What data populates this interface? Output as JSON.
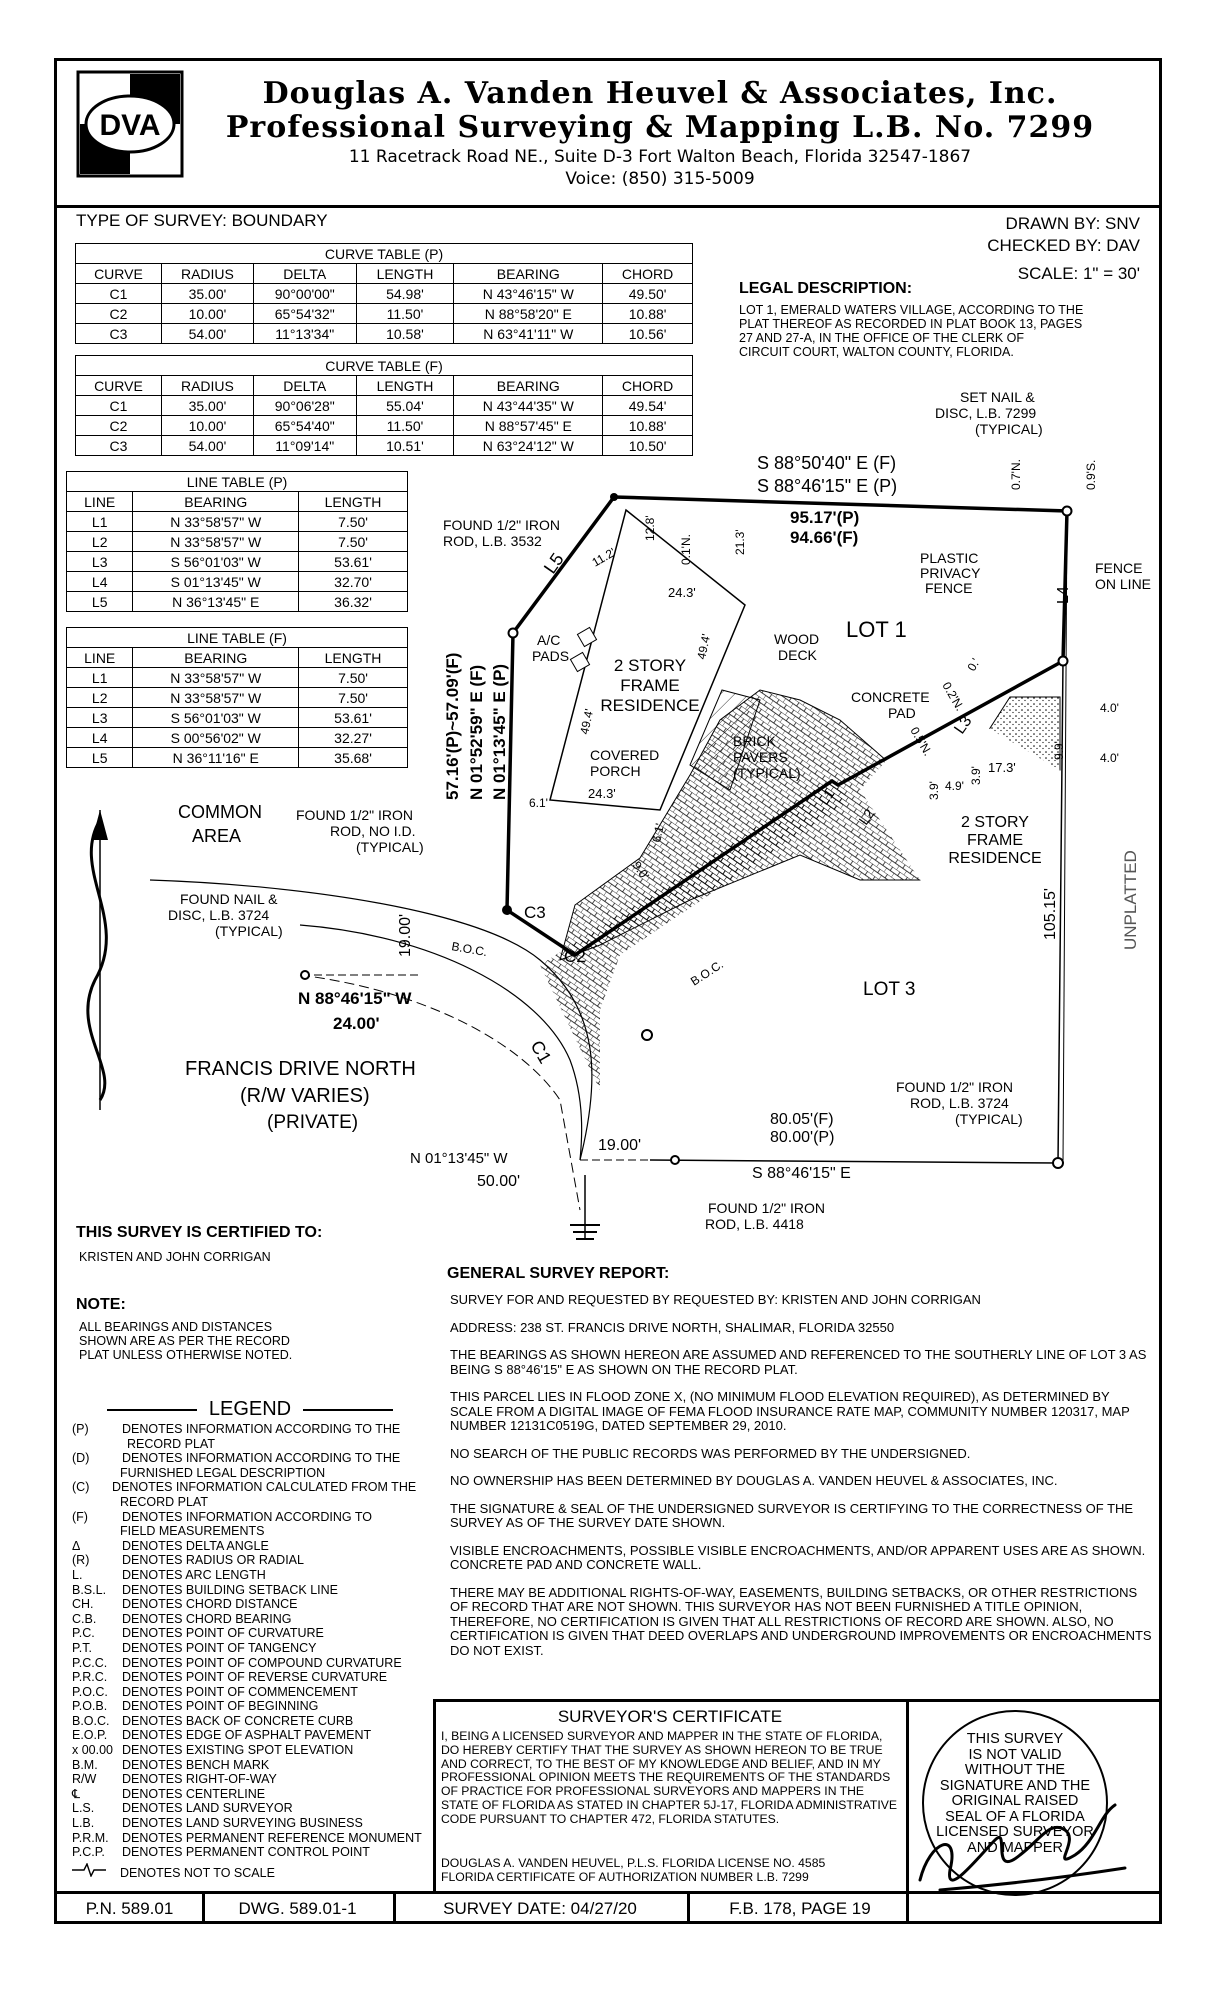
{
  "header": {
    "logo": "DVA",
    "company": "Douglas A. Vanden Heuvel & Associates, Inc.",
    "subtitle": "Professional Surveying & Mapping L.B. No. 7299",
    "address": "11 Racetrack Road NE., Suite D-3 Fort Walton Beach, Florida 32547-1867",
    "voice": "Voice: (850) 315-5009"
  },
  "survey_type": "TYPE OF SURVEY: BOUNDARY",
  "drawn_by": "DRAWN BY: SNV",
  "checked_by": "CHECKED BY: DAV",
  "scale": "SCALE: 1\" = 30'",
  "legal": {
    "title": "LEGAL DESCRIPTION:",
    "lines": [
      "LOT 1, EMERALD WATERS VILLAGE, ACCORDING TO THE",
      "PLAT THEREOF AS RECORDED IN PLAT BOOK 13, PAGES",
      "27 AND 27-A, IN THE OFFICE OF THE CLERK OF",
      "CIRCUIT COURT, WALTON COUNTY, FLORIDA."
    ]
  },
  "curve_tables": [
    {
      "title": "CURVE TABLE (P)",
      "headers": [
        "CURVE",
        "RADIUS",
        "DELTA",
        "LENGTH",
        "BEARING",
        "CHORD"
      ],
      "rows": [
        [
          "C1",
          "35.00'",
          "90°00'00\"",
          "54.98'",
          "N 43°46'15\" W",
          "49.50'"
        ],
        [
          "C2",
          "10.00'",
          "65°54'32\"",
          "11.50'",
          "N 88°58'20\" E",
          "10.88'"
        ],
        [
          "C3",
          "54.00'",
          "11°13'34\"",
          "10.58'",
          "N 63°41'11\" W",
          "10.56'"
        ]
      ]
    },
    {
      "title": "CURVE TABLE (F)",
      "headers": [
        "CURVE",
        "RADIUS",
        "DELTA",
        "LENGTH",
        "BEARING",
        "CHORD"
      ],
      "rows": [
        [
          "C1",
          "35.00'",
          "90°06'28\"",
          "55.04'",
          "N 43°44'35\" W",
          "49.54'"
        ],
        [
          "C2",
          "10.00'",
          "65°54'40\"",
          "11.50'",
          "N 88°57'45\" E",
          "10.88'"
        ],
        [
          "C3",
          "54.00'",
          "11°09'14\"",
          "10.51'",
          "N 63°24'12\" W",
          "10.50'"
        ]
      ]
    }
  ],
  "line_tables": [
    {
      "title": "LINE TABLE (P)",
      "headers": [
        "LINE",
        "BEARING",
        "LENGTH"
      ],
      "rows": [
        [
          "L1",
          "N 33°58'57\" W",
          "7.50'"
        ],
        [
          "L2",
          "N 33°58'57\" W",
          "7.50'"
        ],
        [
          "L3",
          "S 56°01'03\" W",
          "53.61'"
        ],
        [
          "L4",
          "S 01°13'45\" W",
          "32.70'"
        ],
        [
          "L5",
          "N 36°13'45\" E",
          "36.32'"
        ]
      ]
    },
    {
      "title": "LINE TABLE (F)",
      "headers": [
        "LINE",
        "BEARING",
        "LENGTH"
      ],
      "rows": [
        [
          "L1",
          "N 33°58'57\" W",
          "7.50'"
        ],
        [
          "L2",
          "N 33°58'57\" W",
          "7.50'"
        ],
        [
          "L3",
          "S 56°01'03\" W",
          "53.61'"
        ],
        [
          "L4",
          "S 00°56'02\" W",
          "32.27'"
        ],
        [
          "L5",
          "N 36°11'16\" E",
          "35.68'"
        ]
      ]
    }
  ],
  "map": {
    "top_bearing_f": "S 88°50'40\" E (F)",
    "top_bearing_p": "S 88°46'15\" E (P)",
    "top_dist_p": "95.17'(P)",
    "top_dist_f": "94.66'(F)",
    "west_dist": "57.16'(P)~57.09'(F)",
    "west_bearing_f": "N 01°52'59\" E (F)",
    "west_bearing_p": "N 01°13'45\" E (P)",
    "set_nail": [
      "SET NAIL &",
      "DISC, L.B. 7299",
      "(TYPICAL)"
    ],
    "found_iron_top": [
      "FOUND 1/2\" IRON",
      "ROD, L.B. 3532"
    ],
    "plastic_fence": [
      "PLASTIC",
      "PRIVACY",
      "FENCE"
    ],
    "fence_on_line": [
      "FENCE",
      "ON LINE"
    ],
    "ac_pads": [
      "A/C",
      "PADS"
    ],
    "house": [
      "2 STORY",
      "FRAME",
      "RESIDENCE"
    ],
    "wood_deck": [
      "WOOD",
      "DECK"
    ],
    "lot1": "LOT 1",
    "concrete_pad": [
      "CONCRETE",
      "PAD"
    ],
    "brick_pavers": [
      "BRICK",
      "PAVERS",
      "(TYPICAL)"
    ],
    "covered_porch": [
      "COVERED",
      "PORCH"
    ],
    "house2": [
      "2 STORY",
      "FRAME",
      "RESIDENCE"
    ],
    "common_area": [
      "COMMON",
      "AREA"
    ],
    "found_iron_noid": [
      "FOUND 1/2\" IRON",
      "ROD, NO I.D.",
      "(TYPICAL)"
    ],
    "found_nail": [
      "FOUND NAIL &",
      "DISC, L.B. 3724",
      "(TYPICAL)"
    ],
    "unplatted": "UNPLATTED",
    "lot3": "LOT 3",
    "east_dist": "105.15'",
    "road_bearing": "N 88°46'15\" W",
    "road_dist": "24.00'",
    "street": [
      "FRANCIS DRIVE NORTH",
      "(R/W VARIES)",
      "(PRIVATE)"
    ],
    "found_iron_3724": [
      "FOUND 1/2\" IRON",
      "ROD, L.B. 3724",
      "(TYPICAL)"
    ],
    "south_dist_f": "80.05'(F)",
    "south_dist_p": "80.00'(P)",
    "south_bearing": "S 88°46'15\" E",
    "rw_width": "19.00'",
    "rw_width2": "19.00'",
    "bottom_bearing": "N 01°13'45\" W",
    "bottom_dist": "50.00'",
    "found_iron_4418": [
      "FOUND 1/2\" IRON",
      "ROD, L.B. 4418"
    ],
    "labels": {
      "L1": "L1",
      "L2": "L2",
      "L3": "L3",
      "L4": "L4",
      "L5": "L5",
      "C1": "C1",
      "C2": "C2",
      "C3": "C3",
      "BOC": "B.O.C.",
      "d_12_8": "12.8'",
      "d_11_2": "11.2'",
      "d_21_3": "21.3'",
      "d_0_1n": "0.1'N.",
      "d_24_3": "24.3'",
      "d_49_4a": "49.4'",
      "d_49_4b": "49.4'",
      "d_24_3b": "24.3'",
      "d_6_1a": "6.1'",
      "d_6_1b": "6.1'",
      "d_9_0": "9.0'",
      "d_0_7n": "0.7'N.",
      "d_0_9s": "0.9'S.",
      "d_0_2n": "0.2'N.",
      "d_0": "0.'",
      "d_0_5n": "0.5'N.",
      "d_3_9a": "3.9'",
      "d_4_9": "4.9'",
      "d_3_9b": "3.9'",
      "d_17_3": "17.3'",
      "d_9_9": "9.9'",
      "d_4_0a": "4.0'",
      "d_4_0b": "4.0'"
    }
  },
  "certified": {
    "title": "THIS SURVEY IS CERTIFIED TO:",
    "names": "KRISTEN AND JOHN CORRIGAN"
  },
  "note": {
    "title": "NOTE:",
    "lines": [
      "ALL BEARINGS AND DISTANCES",
      "SHOWN ARE AS PER THE RECORD",
      "PLAT UNLESS OTHERWISE NOTED."
    ]
  },
  "legend": {
    "title": "LEGEND",
    "items": [
      [
        "(P)",
        "DENOTES INFORMATION ACCORDING TO THE",
        "RECORD PLAT"
      ],
      [
        "(D)",
        "DENOTES INFORMATION ACCORDING TO THE",
        "FURNISHED LEGAL DESCRIPTION"
      ],
      [
        "(C)",
        "DENOTES INFORMATION CALCULATED FROM THE",
        "RECORD PLAT"
      ],
      [
        "(F)",
        "DENOTES INFORMATION ACCORDING TO",
        "FIELD MEASUREMENTS"
      ],
      [
        "Δ",
        "DENOTES DELTA ANGLE",
        ""
      ],
      [
        "(R)",
        "DENOTES RADIUS OR RADIAL",
        ""
      ],
      [
        "L.",
        "DENOTES ARC LENGTH",
        ""
      ],
      [
        "B.S.L.",
        "DENOTES BUILDING SETBACK LINE",
        ""
      ],
      [
        "CH.",
        "DENOTES CHORD DISTANCE",
        ""
      ],
      [
        "C.B.",
        "DENOTES CHORD BEARING",
        ""
      ],
      [
        "P.C.",
        "DENOTES POINT OF CURVATURE",
        ""
      ],
      [
        "P.T.",
        "DENOTES POINT OF TANGENCY",
        ""
      ],
      [
        "P.C.C.",
        "DENOTES POINT OF COMPOUND CURVATURE",
        ""
      ],
      [
        "P.R.C.",
        "DENOTES POINT OF REVERSE CURVATURE",
        ""
      ],
      [
        "P.O.C.",
        "DENOTES POINT OF COMMENCEMENT",
        ""
      ],
      [
        "P.O.B.",
        "DENOTES POINT OF BEGINNING",
        ""
      ],
      [
        "B.O.C.",
        "DENOTES BACK OF CONCRETE CURB",
        ""
      ],
      [
        "E.O.P.",
        "DENOTES EDGE OF ASPHALT PAVEMENT",
        ""
      ],
      [
        "x 00.00",
        "DENOTES EXISTING SPOT ELEVATION",
        ""
      ],
      [
        "B.M.",
        "DENOTES BENCH MARK",
        ""
      ],
      [
        "R/W",
        "DENOTES RIGHT-OF-WAY",
        ""
      ],
      [
        "℄",
        "DENOTES CENTERLINE",
        ""
      ],
      [
        "L.S.",
        "DENOTES LAND SURVEYOR",
        ""
      ],
      [
        "L.B.",
        "DENOTES LAND SURVEYING BUSINESS",
        ""
      ],
      [
        "P.R.M.",
        "DENOTES PERMANENT REFERENCE MONUMENT",
        ""
      ],
      [
        "P.C.P.",
        "DENOTES PERMANENT CONTROL POINT",
        ""
      ],
      [
        "",
        "DENOTES NOT TO SCALE",
        ""
      ]
    ]
  },
  "report": {
    "title": "GENERAL SURVEY REPORT:",
    "paragraphs": [
      "SURVEY FOR AND REQUESTED BY REQUESTED BY: KRISTEN AND JOHN CORRIGAN",
      "ADDRESS: 238 ST. FRANCIS DRIVE NORTH, SHALIMAR, FLORIDA 32550",
      "THE BEARINGS AS SHOWN HEREON ARE ASSUMED AND REFERENCED TO THE SOUTHERLY LINE OF LOT 3 AS BEING S 88°46'15\" E AS SHOWN ON THE RECORD PLAT.",
      "THIS PARCEL LIES IN FLOOD ZONE X, (NO MINIMUM FLOOD ELEVATION REQUIRED), AS DETERMINED BY SCALE FROM A DIGITAL IMAGE OF FEMA FLOOD INSURANCE RATE MAP, COMMUNITY NUMBER 120317, MAP NUMBER 12131C0519G, DATED SEPTEMBER 29, 2010.",
      "NO SEARCH OF THE PUBLIC RECORDS WAS PERFORMED BY THE UNDERSIGNED.",
      "NO OWNERSHIP HAS BEEN DETERMINED BY DOUGLAS A. VANDEN HEUVEL & ASSOCIATES, INC.",
      "THE SIGNATURE & SEAL OF THE UNDERSIGNED SURVEYOR IS CERTIFYING TO THE CORRECTNESS OF THE SURVEY AS OF THE SURVEY DATE SHOWN.",
      "VISIBLE ENCROACHMENTS, POSSIBLE VISIBLE ENCROACHMENTS, AND/OR APPARENT USES ARE AS SHOWN. CONCRETE PAD AND CONCRETE WALL.",
      "THERE MAY BE ADDITIONAL RIGHTS-OF-WAY, EASEMENTS, BUILDING SETBACKS, OR OTHER RESTRICTIONS OF RECORD THAT ARE NOT SHOWN. THIS SURVEYOR HAS NOT BEEN FURNISHED A TITLE OPINION, THEREFORE, NO CERTIFICATION IS GIVEN THAT ALL RESTRICTIONS OF RECORD ARE SHOWN. ALSO, NO CERTIFICATION IS GIVEN THAT DEED OVERLAPS AND UNDERGROUND IMPROVEMENTS OR ENCROACHMENTS DO NOT EXIST."
    ]
  },
  "certificate": {
    "title": "SURVEYOR'S CERTIFICATE",
    "body": "I, BEING A LICENSED SURVEYOR AND MAPPER IN THE STATE OF FLORIDA, DO HEREBY CERTIFY THAT THE SURVEY AS SHOWN HEREON TO BE TRUE AND CORRECT, TO THE BEST OF MY KNOWLEDGE AND BELIEF, AND IN MY PROFESSIONAL OPINION MEETS THE REQUIREMENTS OF THE STANDARDS OF PRACTICE FOR PROFESSIONAL SURVEYORS AND MAPPERS IN THE STATE OF FLORIDA AS STATED IN CHAPTER 5J-17, FLORIDA ADMINISTRATIVE CODE PURSUANT TO CHAPTER 472, FLORIDA STATUTES.",
    "signer": "DOUGLAS A. VANDEN HEUVEL, P.L.S. FLORIDA LICENSE NO. 4585",
    "auth": "FLORIDA CERTIFICATE OF AUTHORIZATION NUMBER L.B. 7299"
  },
  "seal": {
    "lines": [
      "THIS SURVEY",
      "IS NOT VALID",
      "WITHOUT THE",
      "SIGNATURE AND THE",
      "ORIGINAL RAISED",
      "SEAL OF A FLORIDA",
      "LICENSED SURVEYOR",
      "AND MAPPER"
    ]
  },
  "footer": {
    "pn": "P.N. 589.01",
    "dwg": "DWG. 589.01-1",
    "date": "SURVEY DATE: 04/27/20",
    "fb": "F.B. 178, PAGE 19"
  }
}
